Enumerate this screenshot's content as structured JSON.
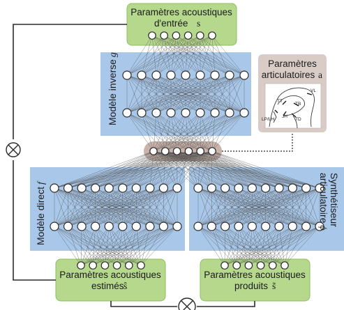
{
  "colors": {
    "green_box": "#b5d88c",
    "green_border": "#8fbe5f",
    "blue_panel": "#a9c7e8",
    "brown_bottleneck": "#c9b3ab",
    "articulatory_bg": "#d9ccc6",
    "node_stroke": "#2a2a2a"
  },
  "boxes": {
    "input": {
      "line1": "Paramètres acoustiques",
      "line2": "d'entrée",
      "symbol": "s"
    },
    "estimated": {
      "line1": "Paramètres acoustiques",
      "line2": "estimés",
      "symbol": "ŝ"
    },
    "produced": {
      "line1": "Paramètres acoustiques",
      "line2": "produits",
      "symbol": "s̃"
    },
    "articulatory": {
      "line1": "Paramètres",
      "line2": "articulatoires",
      "symbol": "a"
    }
  },
  "panels": {
    "inverse": {
      "label": "Modèle inverse",
      "symbol": "g"
    },
    "direct": {
      "label": "Modèle direct",
      "symbol": "f"
    },
    "synth": {
      "line1": "Synthétiseur",
      "line2": "articulatoire",
      "symbol": "ϕ"
    }
  },
  "articulator_labels": [
    "TT",
    "TB",
    "VL",
    "JH",
    "TD",
    "LP/LH"
  ],
  "icons": [
    "compare-icon-left",
    "compare-icon-bottom"
  ]
}
